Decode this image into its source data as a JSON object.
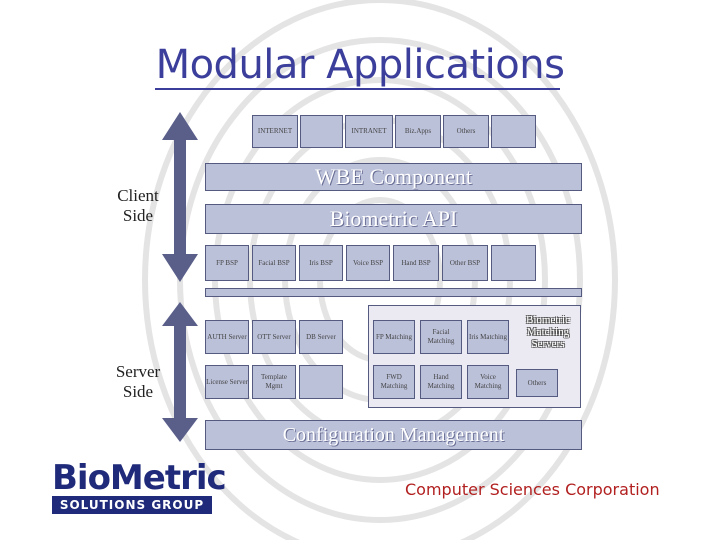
{
  "title": "Modular Applications",
  "side_labels": {
    "client": "Client Side",
    "server": "Server Side"
  },
  "top_row": [
    "INTERNET",
    "",
    "INTRANET",
    "Biz.Apps",
    "Others",
    ""
  ],
  "bars": {
    "wbe": "WBE Component",
    "api": "Biometric API",
    "config": "Configuration Management"
  },
  "bsp_row": [
    "FP BSP",
    "Facial BSP",
    "Iris BSP",
    "Voice BSP",
    "Hand BSP",
    "Other BSP",
    ""
  ],
  "server_left": {
    "row1": [
      "AUTH Server",
      "OTT Server",
      "DB Server"
    ],
    "row2": [
      "License Server",
      "Template Mgmt",
      ""
    ]
  },
  "matching": {
    "row1": [
      "FP Matching",
      "Facial Matching",
      "Iris Matching"
    ],
    "row2": [
      "FWD Matching",
      "Hand Matching",
      "Voice Matching"
    ],
    "outline_title": "Biometric Matching Servers",
    "others": "Others"
  },
  "logos": {
    "biometric_top": "BioMetric",
    "biometric_bottom": "SOLUTIONS GROUP",
    "csc": "Computer Sciences Corporation"
  },
  "colors": {
    "title": "#3b3f9b",
    "box_fill": "#bcc1da",
    "arrow": "#5a5f8a",
    "logo_blue": "#1f2a7a",
    "csc_red": "#b22020"
  }
}
